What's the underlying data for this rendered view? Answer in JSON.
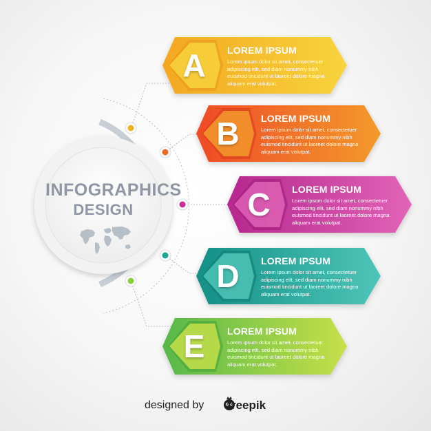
{
  "center": {
    "title_line1": "INFOGRAPHICS",
    "title_line2": "DESIGN",
    "map_icon": "world-map-icon"
  },
  "items": [
    {
      "letter": "A",
      "title": "LOREM IPSUM",
      "body": [
        "Lorem ipsum dolor sit amet, consectetuer",
        "adipiscing elit, sed diam nonummy nibh",
        "euismod tincidunt ut laoreet dolore magna",
        "aliquam erat volutpat."
      ],
      "color_from": "#f7d43c",
      "color_to": "#f4a722",
      "color_dark": "#e8951b",
      "dot_color": "#f2b21c"
    },
    {
      "letter": "B",
      "title": "LOREM IPSUM",
      "body": [
        "Lorem ipsum dolor sit amet, consectetuer",
        "adipiscing elit, sed diam nonummy nibh",
        "euismod tincidunt ut laoreet dolore magna",
        "aliquam erat volutpat."
      ],
      "color_from": "#f39a2c",
      "color_to": "#ee4a27",
      "color_dark": "#d93a1e",
      "dot_color": "#ef6a22"
    },
    {
      "letter": "C",
      "title": "LOREM IPSUM",
      "body": [
        "Lorem ipsum dolor sit amet, consectetuer",
        "adipiscing elit, sed diam nonummy nibh",
        "euismod tincidunt ut laoreet dolore magna",
        "aliquam erat volutpat."
      ],
      "color_from": "#e163b6",
      "color_to": "#b6288e",
      "color_dark": "#9d1d7b",
      "dot_color": "#c72e97"
    },
    {
      "letter": "D",
      "title": "LOREM IPSUM",
      "body": [
        "Lorem ipsum dolor sit amet, consectetuer",
        "adipiscing elit, sed diam nonummy nibh",
        "euismod tincidunt ut laoreet dolore magna",
        "aliquam erat volutpat."
      ],
      "color_from": "#4fc5b8",
      "color_to": "#138f86",
      "color_dark": "#0e7a72",
      "dot_color": "#1aa596"
    },
    {
      "letter": "E",
      "title": "LOREM IPSUM",
      "body": [
        "Lorem ipsum dolor sit amet, consectetuer",
        "adipiscing elit, sed diam nonummy nibh",
        "euismod tincidunt ut laoreet dolore magna",
        "aliquam erat volutpat."
      ],
      "color_from": "#c7e04a",
      "color_to": "#56b84a",
      "color_dark": "#43a23b",
      "dot_color": "#8ccd3a"
    }
  ],
  "footer": {
    "designed_by": "designed by",
    "brand": "freepik",
    "logo_icon": "freepik-logo-icon"
  }
}
